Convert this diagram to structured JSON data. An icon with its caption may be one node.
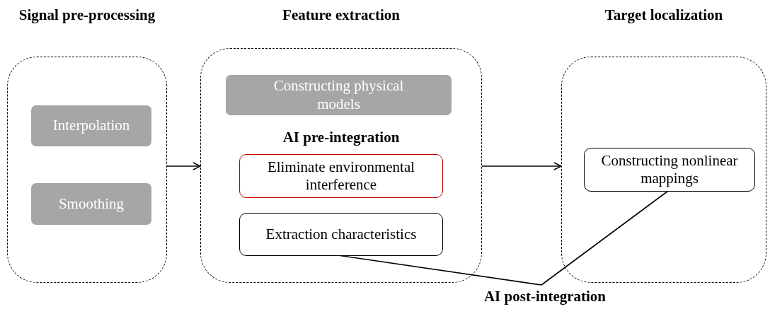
{
  "diagram": {
    "nodes": [
      {
        "text": [
          "Signal pre-processing"
        ]
      },
      {
        "text": [
          "Interpolation"
        ],
        "in": 0
      },
      {
        "text": [
          "Smoothing"
        ],
        "in": 0
      },
      {
        "text": [
          "Feature extraction"
        ]
      },
      {
        "text": [
          "Constructing physical models"
        ],
        "in": 3
      },
      {
        "text": [
          "Eliminate environmental interference"
        ],
        "in": 3,
        "beside": [
          "AI pre-integration"
        ]
      },
      {
        "text": [
          "Extraction characteristics"
        ],
        "in": 3
      },
      {
        "text": [
          "Target localization"
        ]
      },
      {
        "text": [
          "Constructing nonlinear mappings"
        ],
        "in": 7
      },
      {
        "text": [
          "AI post-integration"
        ]
      }
    ],
    "edges": [
      {
        "from": 0,
        "to": 3,
        "arrow": "to"
      },
      {
        "from": 3,
        "to": 7,
        "arrow": "to"
      },
      {
        "from": 6,
        "to": 9,
        "arrow": "none"
      },
      {
        "from": 8,
        "to": 9,
        "arrow": "none"
      }
    ]
  }
}
